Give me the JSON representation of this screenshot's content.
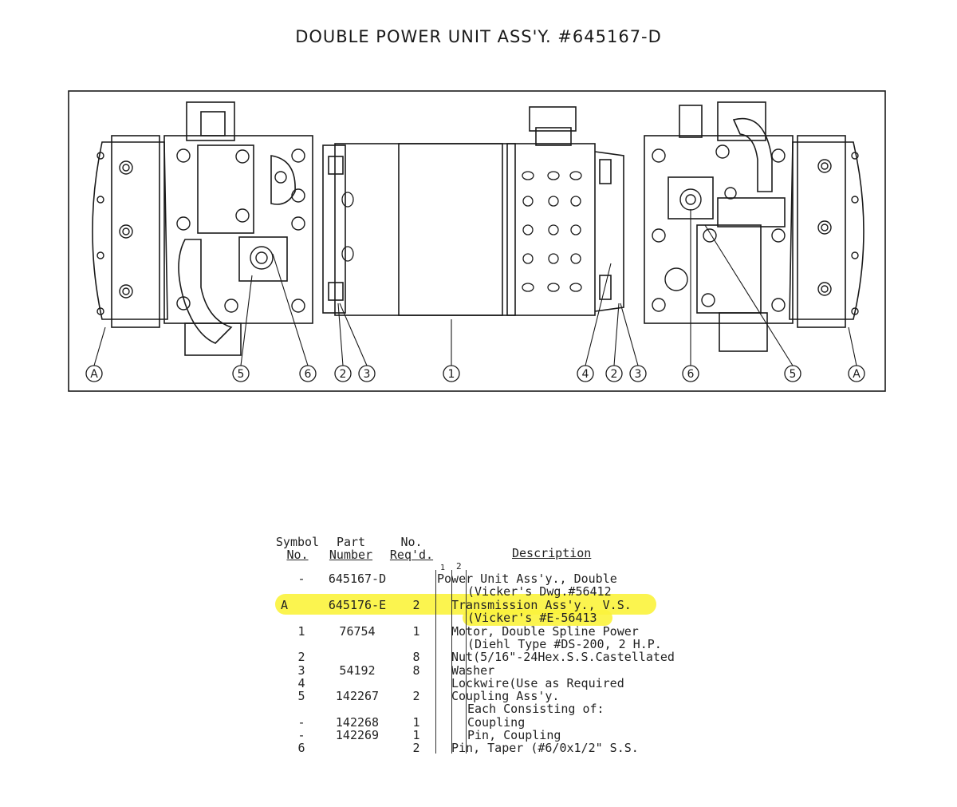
{
  "title": "DOUBLE POWER UNIT ASS'Y. #645167-D",
  "callouts": [
    "A",
    "5",
    "6",
    "2",
    "3",
    "1",
    "4",
    "2",
    "3",
    "6",
    "5",
    "A"
  ],
  "table": {
    "headers": {
      "symbol_1": "Symbol",
      "symbol_2": "No.",
      "part_1": "Part",
      "part_2": "Number",
      "req_1": "No.",
      "req_2": "Req'd.",
      "desc": "Description",
      "col_1": "1",
      "col_2": "2"
    },
    "rows": [
      {
        "symbol": "-",
        "part": "645167-D",
        "req": "",
        "desc": "Power Unit Ass'y., Double"
      },
      {
        "symbol": "",
        "part": "",
        "req": "",
        "desc": "(Vicker's Dwg.#56412"
      },
      {
        "symbol": "A",
        "part": "645176-E",
        "req": "2",
        "desc": "Transmission Ass'y., V.S."
      },
      {
        "symbol": "",
        "part": "",
        "req": "",
        "desc": "(Vicker's #E-56413"
      },
      {
        "symbol": "1",
        "part": "76754",
        "req": "1",
        "desc": "Motor, Double Spline Power"
      },
      {
        "symbol": "",
        "part": "",
        "req": "",
        "desc": "(Diehl Type #DS-200, 2 H.P."
      },
      {
        "symbol": "2",
        "part": "",
        "req": "8",
        "desc": "Nut(5/16\"-24Hex.S.S.Castellated"
      },
      {
        "symbol": "3",
        "part": "54192",
        "req": "8",
        "desc": "Washer"
      },
      {
        "symbol": "4",
        "part": "",
        "req": "",
        "desc": "Lockwire(Use as Required"
      },
      {
        "symbol": "5",
        "part": "142267",
        "req": "2",
        "desc": "Coupling Ass'y."
      },
      {
        "symbol": "",
        "part": "",
        "req": "",
        "desc": "Each Consisting of:"
      },
      {
        "symbol": "-",
        "part": "142268",
        "req": "1",
        "desc": "Coupling"
      },
      {
        "symbol": "-",
        "part": "142269",
        "req": "1",
        "desc": "Pin, Coupling"
      },
      {
        "symbol": "6",
        "part": "",
        "req": "2",
        "desc": "Pin, Taper (#6/0x1/2\" S.S."
      }
    ]
  },
  "colors": {
    "highlight": "#fbf33c",
    "ink": "#222222"
  }
}
